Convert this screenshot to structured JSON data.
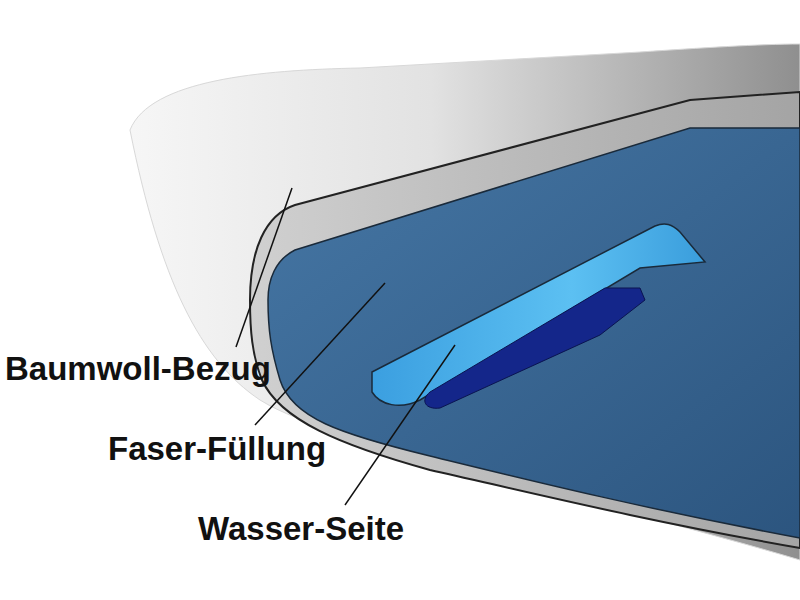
{
  "diagram": {
    "labels": [
      "Baumwoll-Bezug",
      "Faser-Füllung",
      "Wasser-Seite"
    ]
  }
}
